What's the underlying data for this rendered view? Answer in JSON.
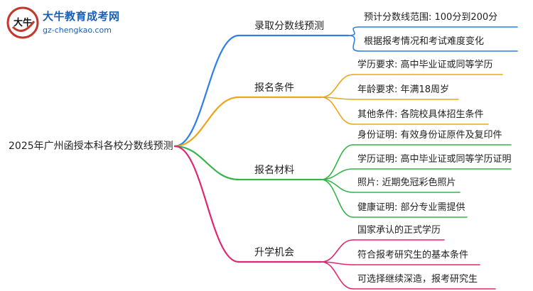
{
  "logo": {
    "glyph": "大牛",
    "title": "大牛教育成考网",
    "url": "gz-chengkao.com"
  },
  "mindmap": {
    "root": "2025年广州函授本科各校分数线预测",
    "branches": [
      {
        "label": "录取分数线预测",
        "color": "#2f7fe8",
        "leaves": [
          "预计分数线范围: 100分到200分",
          "根据报考情况和考试难度变化"
        ]
      },
      {
        "label": "报名条件",
        "color": "#e9a71c",
        "leaves": [
          "学历要求: 高中毕业证或同等学历",
          "年龄要求: 年满18周岁",
          "其他条件: 各院校具体招生条件"
        ]
      },
      {
        "label": "报名材料",
        "color": "#35b44a",
        "leaves": [
          "身份证明: 有效身份证原件及复印件",
          "学历证明: 高中毕业证或同等学历证明",
          "照片: 近期免冠彩色照片",
          "健康证明: 部分专业需提供"
        ]
      },
      {
        "label": "升学机会",
        "color": "#e0266f",
        "leaves": [
          "国家承认的正式学历",
          "符合报考研究生的基本条件",
          "可选择继续深造，报考研究生"
        ]
      }
    ]
  }
}
